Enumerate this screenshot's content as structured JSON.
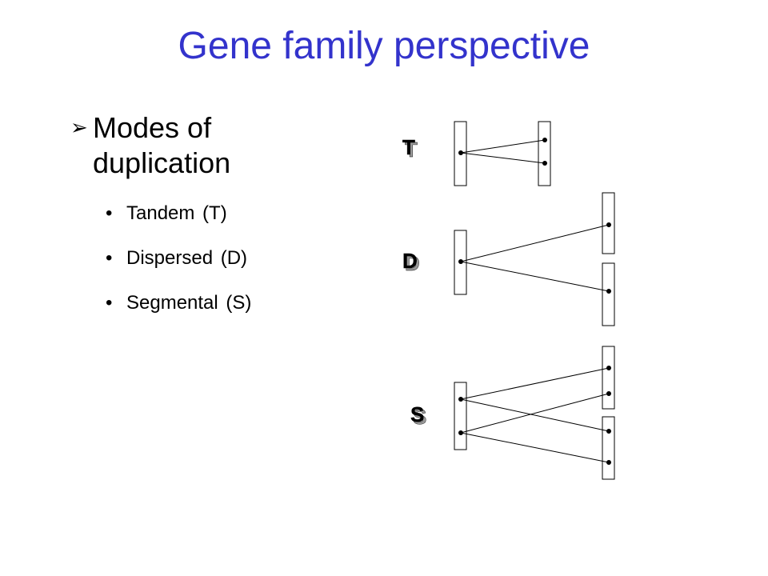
{
  "slide": {
    "title": "Gene family perspective",
    "main_bullet": "Modes of duplication",
    "sub_bullets": [
      "Tandem (T)",
      "Dispersed (D)",
      "Segmental (S)"
    ],
    "bullet_glyph": "•",
    "arrow_glyph": "➢"
  },
  "diagram": {
    "labels": {
      "tandem": "T",
      "dispersed": "D",
      "segmental": "S"
    }
  },
  "colors": {
    "title": "#3333cc",
    "text": "#000000"
  }
}
